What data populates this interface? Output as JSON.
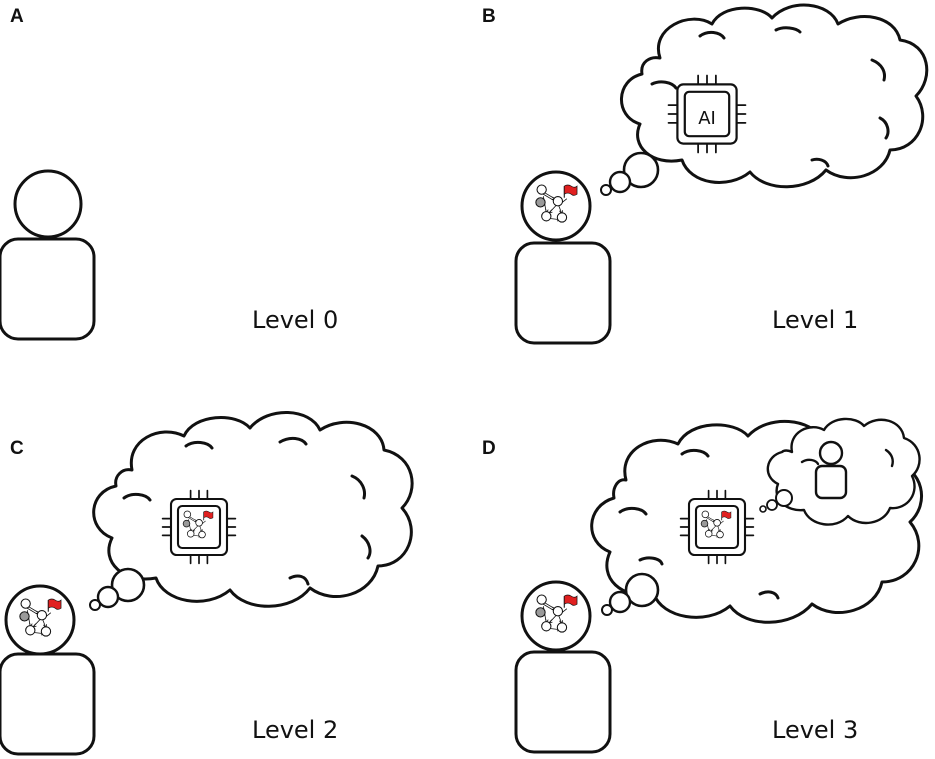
{
  "panels": [
    {
      "letter": "A",
      "level_label": "Level 0"
    },
    {
      "letter": "B",
      "level_label": "Level 1",
      "chip_text": "AI"
    },
    {
      "letter": "C",
      "level_label": "Level 2"
    },
    {
      "letter": "D",
      "level_label": "Level 3"
    }
  ],
  "colors": {
    "stroke": "#111111",
    "goal_flag": "#e02020",
    "start_node": "#9a9a9a",
    "background": "#ffffff"
  },
  "icons": [
    "person-icon",
    "thought-cloud-icon",
    "ai-chip-icon",
    "planning-graph-icon",
    "goal-flag-icon"
  ]
}
